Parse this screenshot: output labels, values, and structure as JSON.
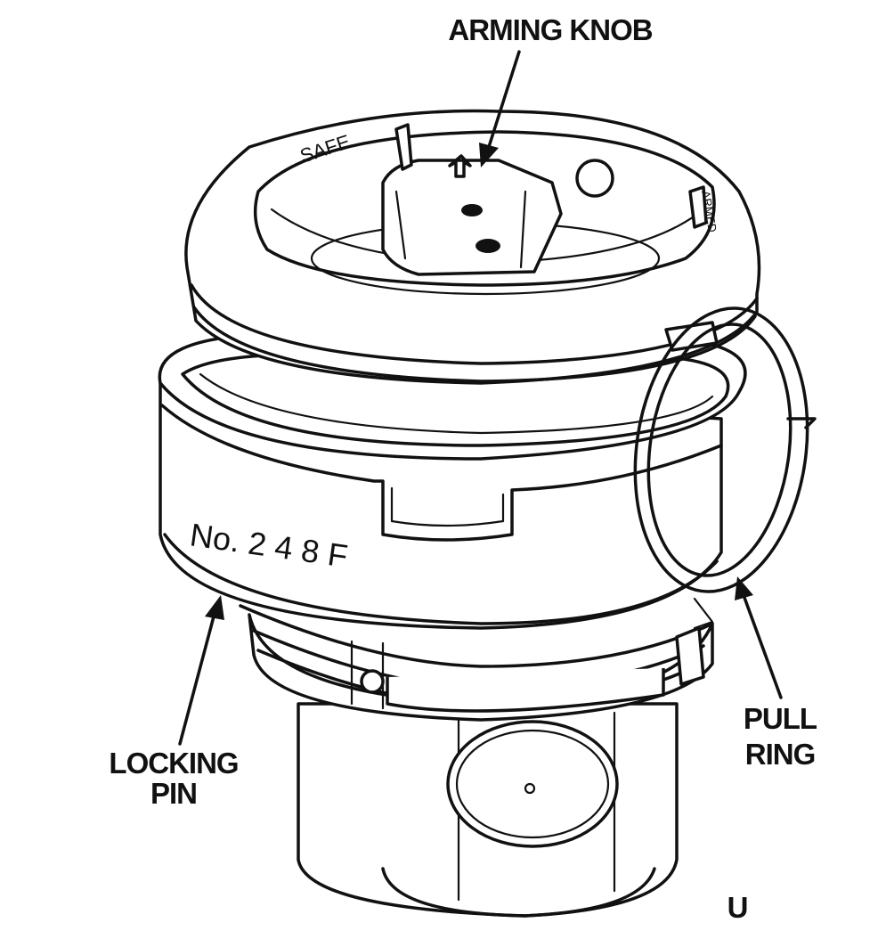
{
  "labels": {
    "arming_knob": "ARMING KNOB",
    "locking_pin_line1": "LOCKING",
    "locking_pin_line2": "PIN",
    "pull_ring_line1": "PULL",
    "pull_ring_line2": "RING",
    "model_number": "No. 2 4 8 F",
    "dial_safe": "SAFE",
    "dial_armed": "ARMED",
    "figure_letter": "U"
  },
  "colors": {
    "ink": "#111111",
    "paper": "#ffffff"
  }
}
